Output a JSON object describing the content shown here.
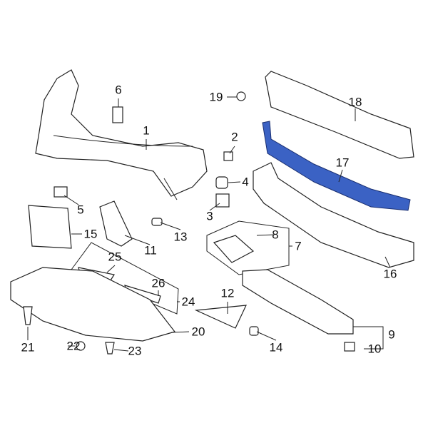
{
  "diagram": {
    "highlight_color": "#3b62c4",
    "highlighted_part": "17",
    "callouts": [
      "1",
      "2",
      "3",
      "4",
      "5",
      "6",
      "7",
      "8",
      "9",
      "10",
      "11",
      "12",
      "13",
      "14",
      "15",
      "16",
      "17",
      "18",
      "19",
      "20",
      "21",
      "22",
      "23",
      "24",
      "25",
      "26"
    ]
  }
}
